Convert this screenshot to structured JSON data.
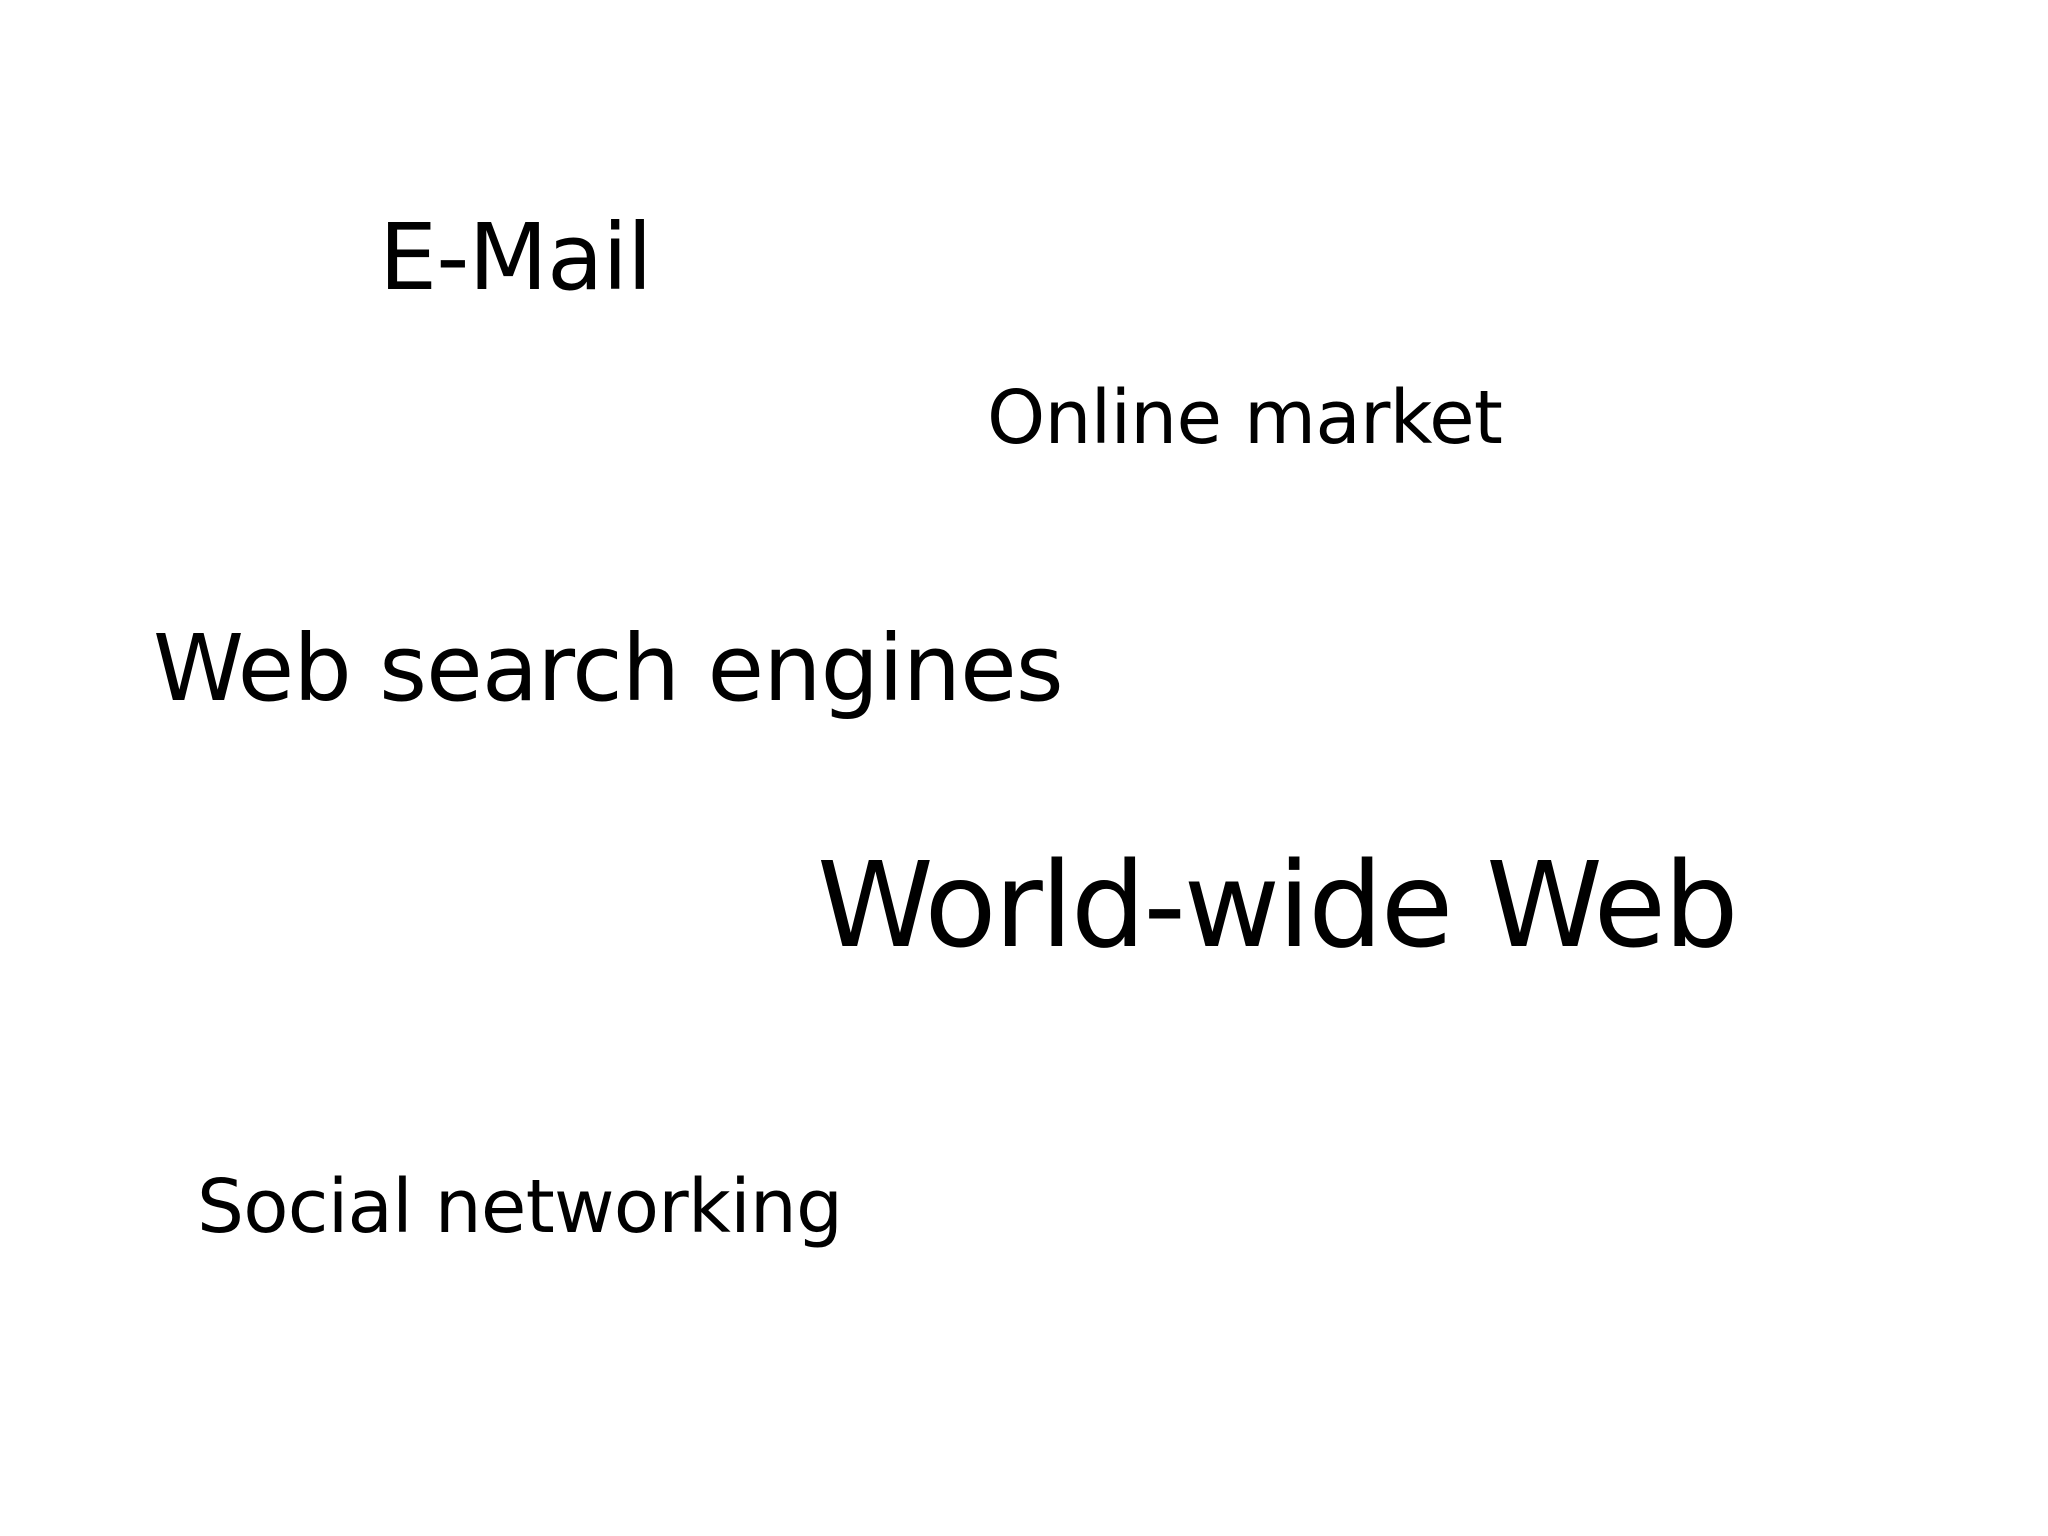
{
  "slide": {
    "background": "#ffffff",
    "text_color": "#000000",
    "terms": {
      "email": "E-Mail",
      "online_market": "Online market",
      "web_search_engines": "Web search engines",
      "world_wide_web": "World-wide Web",
      "social_networking": "Social networking"
    }
  }
}
